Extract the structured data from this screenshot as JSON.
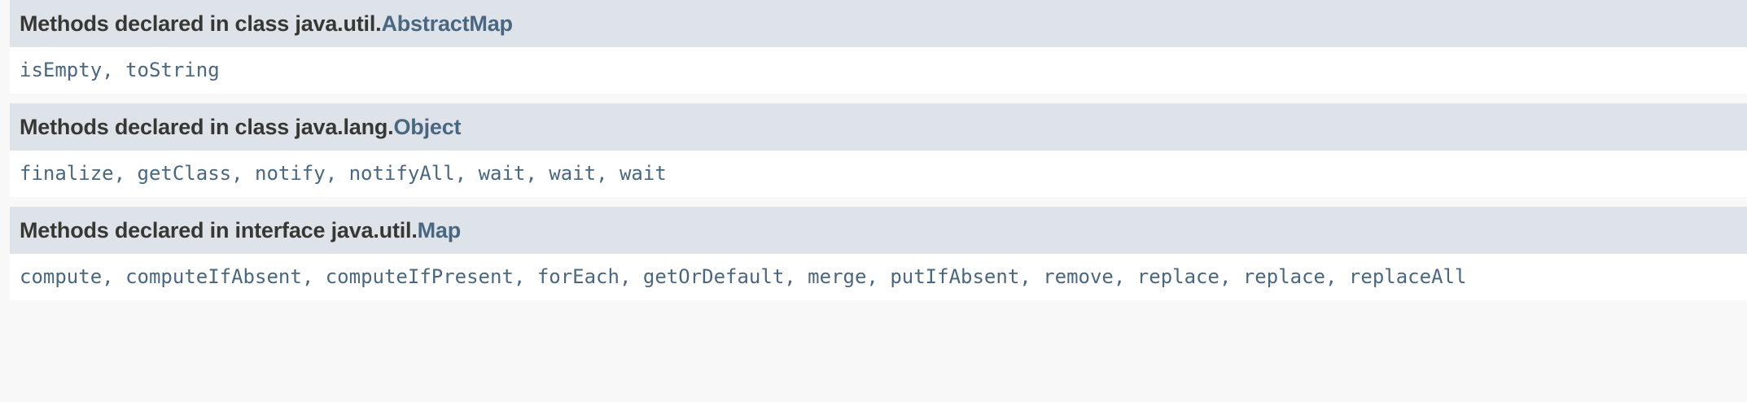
{
  "colors": {
    "page_background": "#f8f8f8",
    "content_background": "#ffffff",
    "header_band": "#dee3e9",
    "header_text": "#353833",
    "link": "#4a6782"
  },
  "sections": [
    {
      "header_prefix": "Methods declared in class java.util.",
      "header_link": "AbstractMap",
      "separator": ", ",
      "methods": [
        "isEmpty",
        "toString"
      ]
    },
    {
      "header_prefix": "Methods declared in class java.lang.",
      "header_link": "Object",
      "separator": ", ",
      "methods": [
        "finalize",
        "getClass",
        "notify",
        "notifyAll",
        "wait",
        "wait",
        "wait"
      ]
    },
    {
      "header_prefix": "Methods declared in interface java.util.",
      "header_link": "Map",
      "separator": ", ",
      "methods": [
        "compute",
        "computeIfAbsent",
        "computeIfPresent",
        "forEach",
        "getOrDefault",
        "merge",
        "putIfAbsent",
        "remove",
        "replace",
        "replace",
        "replaceAll"
      ]
    }
  ]
}
